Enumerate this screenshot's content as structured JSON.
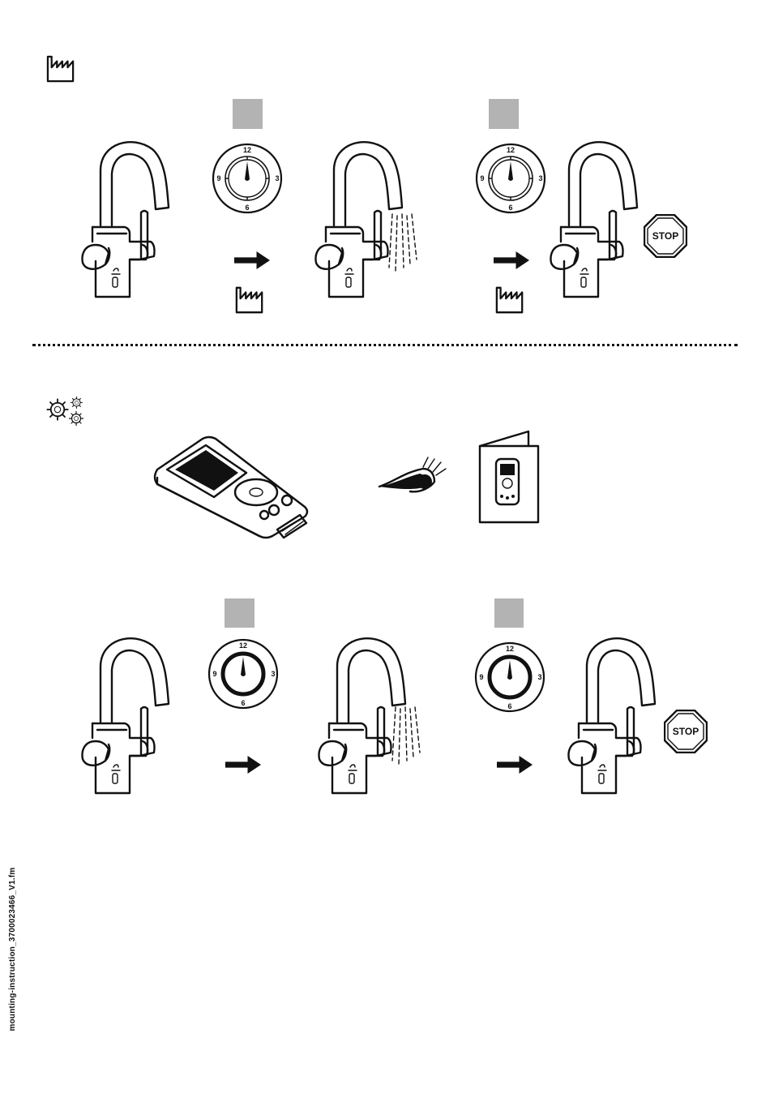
{
  "icons": {
    "factory": "factory-icon",
    "gears": "gears-icon",
    "eye": "eye-icon",
    "stop": "stop-sign-icon",
    "arrow": "arrow-right-icon",
    "clock": "clock-icon",
    "faucet": "faucet-icon",
    "remote": "remote-control-icon",
    "manual": "manual-booklet-icon"
  },
  "clock": {
    "n12": "12",
    "n3": "3",
    "n6": "6",
    "n9": "9"
  },
  "stop_label": "STOP",
  "footer_file": "mounting-instruction_3700023466_V1.fm",
  "colors": {
    "marker_gray": "#b3b3b3",
    "ink": "#111111"
  }
}
